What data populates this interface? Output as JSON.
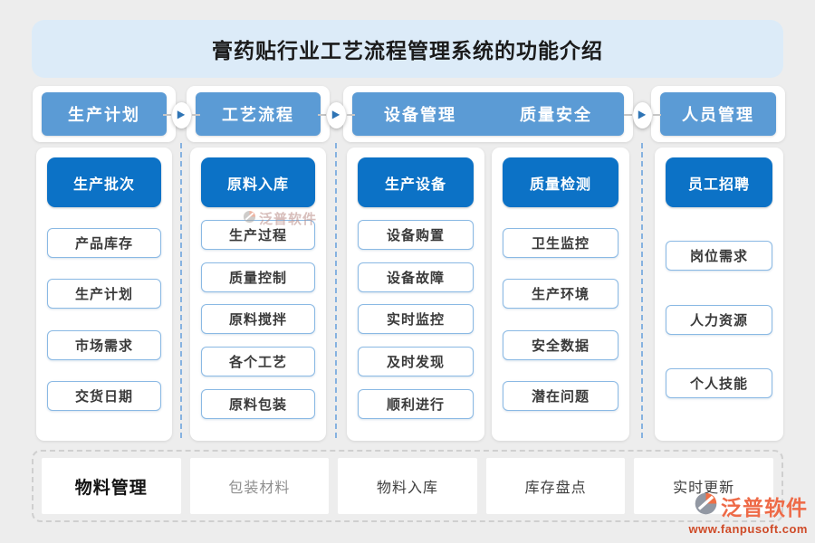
{
  "title": "膏药贴行业工艺流程管理系统的功能介绍",
  "columns": [
    {
      "header": "生产计划",
      "primary": "生产批次",
      "items": [
        "产品库存",
        "生产计划",
        "市场需求",
        "交货日期"
      ]
    },
    {
      "header": "工艺流程",
      "primary": "原料入库",
      "items": [
        "生产过程",
        "质量控制",
        "原料搅拌",
        "各个工艺",
        "原料包装"
      ]
    },
    {
      "header": "设备管理",
      "primary": "生产设备",
      "items": [
        "设备购置",
        "设备故障",
        "实时监控",
        "及时发现",
        "顺利进行"
      ]
    },
    {
      "header": "质量安全",
      "primary": "质量检测",
      "items": [
        "卫生监控",
        "生产环境",
        "安全数据",
        "潜在问题"
      ]
    },
    {
      "header": "人员管理",
      "primary": "员工招聘",
      "items": [
        "岗位需求",
        "人力资源",
        "个人技能"
      ]
    }
  ],
  "bottom": {
    "label": "物料管理",
    "items": [
      "包装材料",
      "物料入库",
      "库存盘点",
      "实时更新"
    ]
  },
  "brand": {
    "name": "泛普软件",
    "url": "www.fanpusoft.com"
  },
  "colors": {
    "page_bg": "#ededed",
    "title_bg": "#dcebf8",
    "header_blue": "#5b9bd5",
    "primary_blue": "#0c72c6",
    "item_border": "#8ab9e4",
    "dashed_line_blue": "#86b2e0",
    "brand_orange": "#ee6a47"
  }
}
